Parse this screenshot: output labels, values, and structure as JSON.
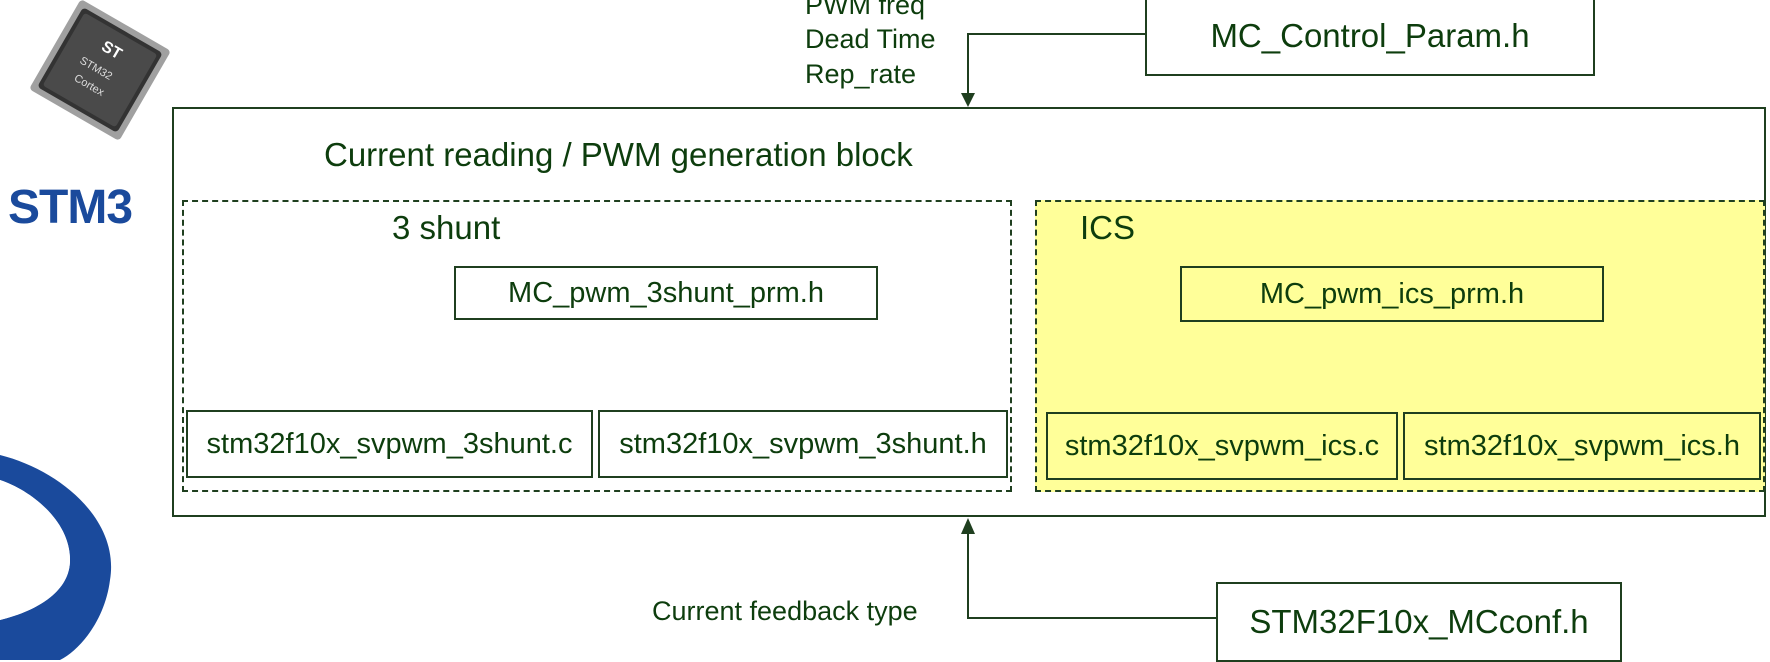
{
  "top_params": {
    "line1": "PWM freq",
    "line2": "Dead Time",
    "line3": "Rep_rate"
  },
  "control_param_file": "MC_Control_Param.h",
  "main_block_title": "Current reading / PWM generation block",
  "three_shunt": {
    "title": "3 shunt",
    "prm_file": "MC_pwm_3shunt_prm.h",
    "c_file": "stm32f10x_svpwm_3shunt.c",
    "h_file": "stm32f10x_svpwm_3shunt.h"
  },
  "ics": {
    "title": "ICS",
    "prm_file": "MC_pwm_ics_prm.h",
    "c_file": "stm32f10x_svpwm_ics.c",
    "h_file": "stm32f10x_svpwm_ics.h",
    "fill_color": "#ffff99"
  },
  "feedback_label": "Current feedback type",
  "mcconf_file": "STM32F10x_MCconf.h",
  "logo": {
    "brand_text": "STM3",
    "chip_text_1": "STM32",
    "chip_text_2": "Cortex"
  },
  "colors": {
    "line": "#1f3f1f",
    "text": "#0d3d0d",
    "logo_blue": "#1a4a9c"
  }
}
